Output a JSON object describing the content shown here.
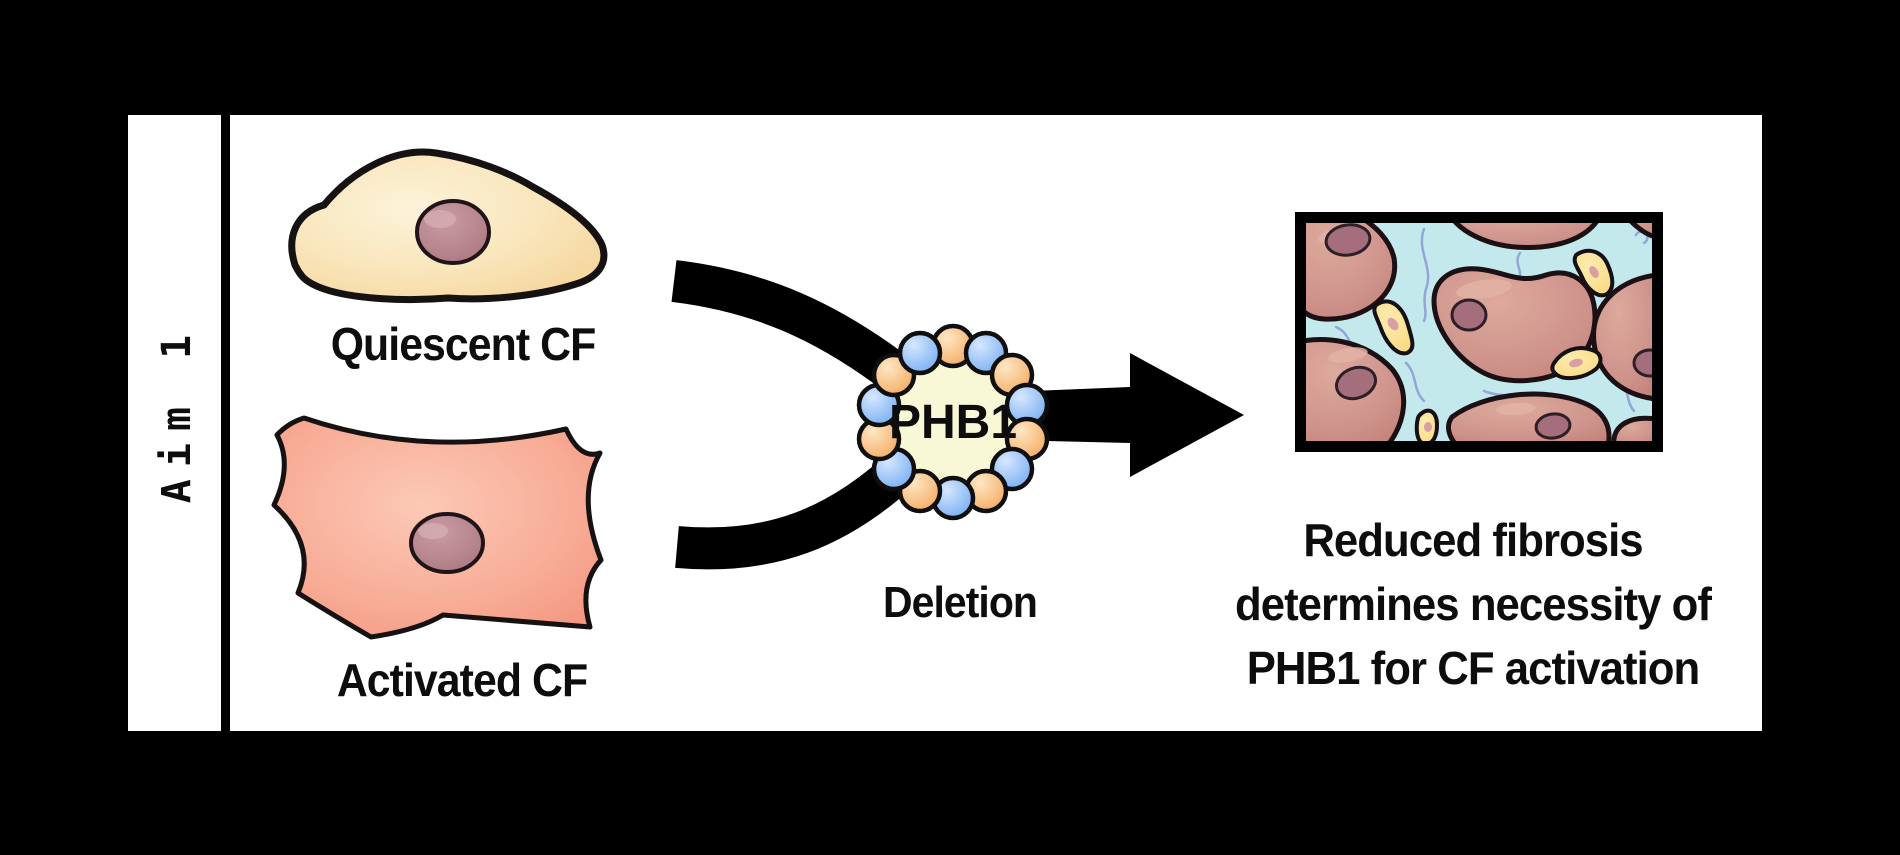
{
  "figure": {
    "aim_label": "Aim 1",
    "quiescent_cell_label": "Quiescent CF",
    "activated_cell_label": "Activated CF",
    "complex_label": "PHB1",
    "process_label": "Deletion",
    "outcome_lines": [
      "Reduced fibrosis",
      "determines necessity of",
      "PHB1 for CF activation"
    ]
  },
  "colors": {
    "background": "#000000",
    "panel": "#FFFFFF",
    "quiescent_cell_fill": "#F8E3B4",
    "activated_cell_fill": "#F6A48F",
    "nucleus_fill": "#B98890",
    "phb1_ring_fill": "#F9F8D6",
    "phb1_subunit_orange": "#F5AE67",
    "phb1_subunit_blue": "#79AEF2",
    "tissue_matrix": "#C3E9EC",
    "tissue_cell_fill": "#CE938B",
    "tissue_fibroblast_fill": "#FBDE8C",
    "tissue_fiber_line": "#94A5D8",
    "arrow_color": "#000000"
  }
}
